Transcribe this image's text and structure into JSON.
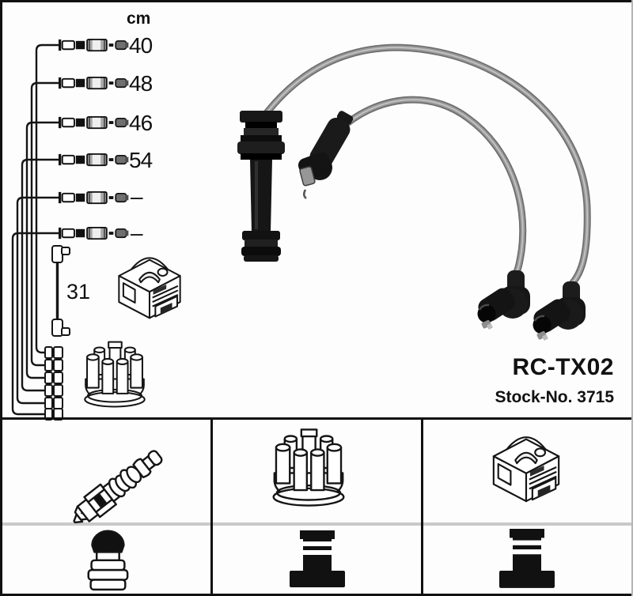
{
  "product": {
    "part_number": "RC-TX02",
    "stock_number": "Stock-No. 3715"
  },
  "measurements": {
    "unit": "cm",
    "cable_lengths": [
      {
        "value": "40"
      },
      {
        "value": "48"
      },
      {
        "value": "46"
      },
      {
        "value": "54"
      },
      {
        "value": "–"
      },
      {
        "value": "–"
      }
    ],
    "coil_lead_length": "31"
  },
  "legend": {
    "icons": [
      {
        "name": "spark-plug-icon"
      },
      {
        "name": "distributor-cap-icon"
      },
      {
        "name": "ignition-coil-icon"
      },
      {
        "name": "plug-terminal-nut-icon"
      },
      {
        "name": "distributor-connector-icon"
      },
      {
        "name": "coil-connector-icon"
      }
    ]
  },
  "colors": {
    "line": "#111111",
    "cable_gray": "#8e8e8e",
    "boot_black": "#1a1a1a",
    "divider_gray": "#c9c9c9"
  }
}
